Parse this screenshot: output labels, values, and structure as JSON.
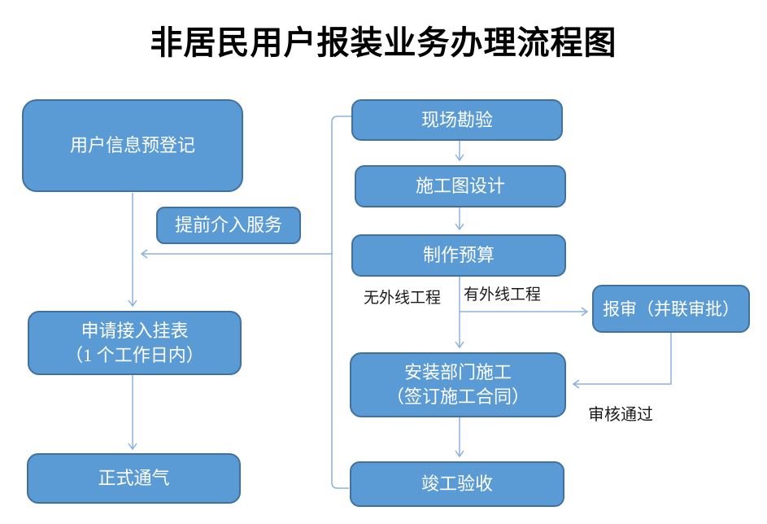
{
  "title": "非居民用户报装业务办理流程图",
  "nodes": {
    "user_preregistration": {
      "label": "用户信息预登记"
    },
    "early_intervention": {
      "label": "提前介入服务"
    },
    "apply_meter": {
      "lines": [
        "申请接入挂表",
        "（1 个工作日内）"
      ]
    },
    "official_gas": {
      "label": "正式通气"
    },
    "site_survey": {
      "label": "现场勘验"
    },
    "construction_design": {
      "label": "施工图设计"
    },
    "budget": {
      "label": "制作预算"
    },
    "approval": {
      "label": "报审（并联审批）"
    },
    "installation": {
      "lines": [
        "安装部门施工",
        "（签订施工合同）"
      ]
    },
    "completion": {
      "label": "竣工验收"
    }
  },
  "edge_labels": {
    "no_external_line_work": "无外线工程",
    "external_line_work": "有外线工程",
    "review_passed": "审核通过"
  },
  "colors": {
    "node_fill": "#5b9bd5",
    "node_border": "#41719c",
    "connector": "#8bb0de",
    "node_text": "#ffffff",
    "label_text": "#1a1a1a",
    "title_text": "#000000",
    "background": "#ffffff"
  }
}
